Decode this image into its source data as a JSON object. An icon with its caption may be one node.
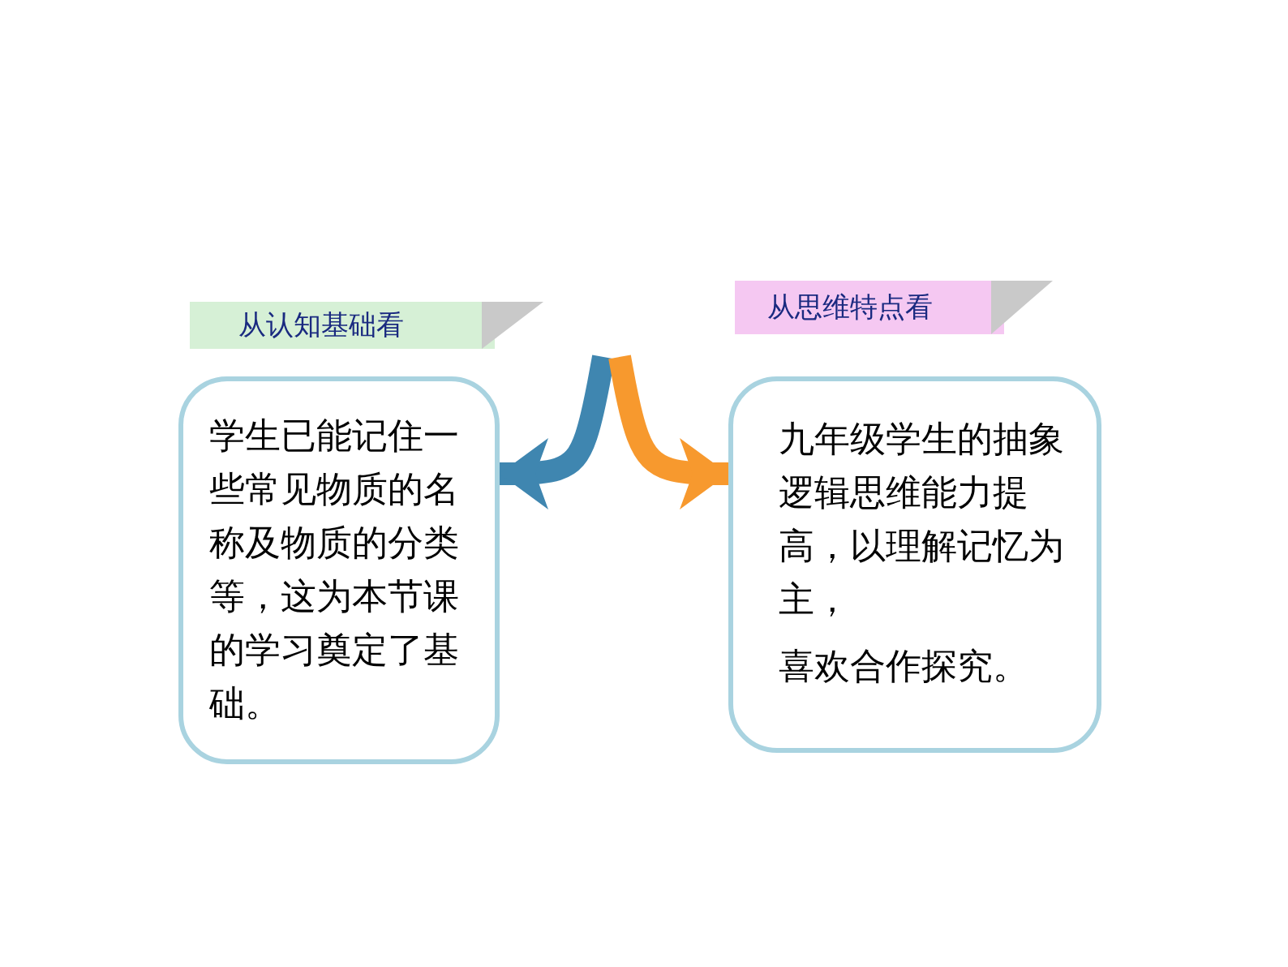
{
  "diagram": {
    "nodes": [
      {
        "text": [
          "从认知基础看"
        ]
      },
      {
        "text": [
          "学生已能记住一些常见物质的名称及物质的分类等，这为本节课的学习奠定了基础。"
        ]
      },
      {
        "text": [
          "从思维特点看"
        ]
      },
      {
        "text": [
          "九年级学生的抽象逻辑思维能力提高，以理解记忆为主，",
          "喜欢合作探究。"
        ]
      }
    ],
    "edges": [
      {
        "from": null,
        "to": 1,
        "arrow": "to",
        "color": "#3f86b0"
      },
      {
        "from": null,
        "to": 3,
        "arrow": "to",
        "color": "#f7992e"
      }
    ]
  }
}
